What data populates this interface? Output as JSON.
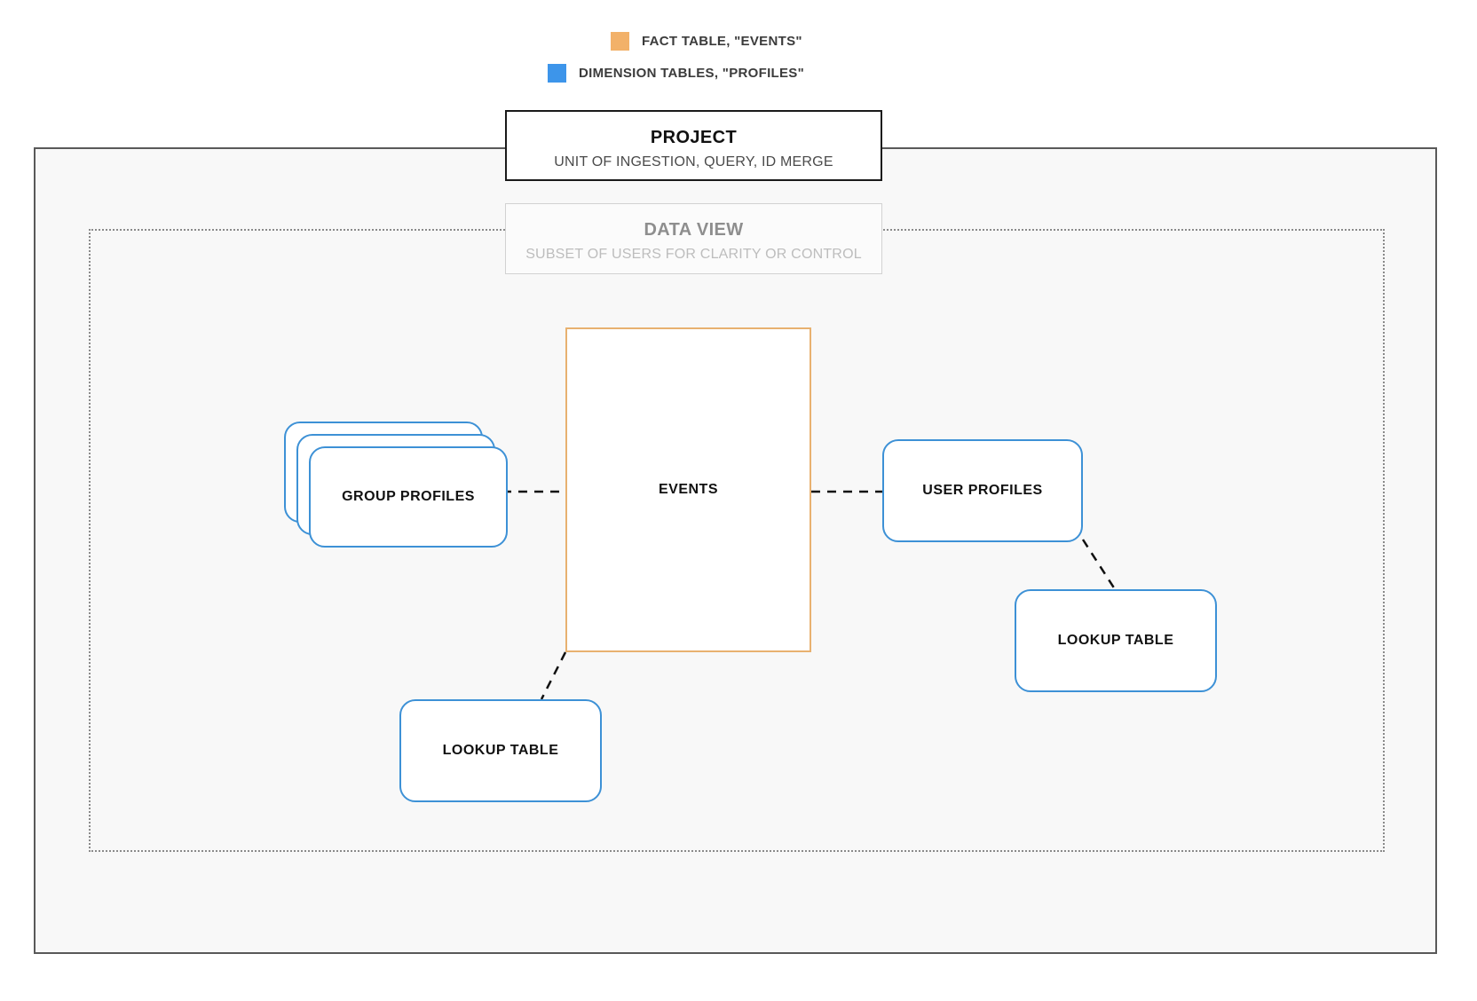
{
  "legend": {
    "items": [
      {
        "label": "FACT TABLE, \"EVENTS\"",
        "color": "#f2b169",
        "icon": "square-swatch-icon"
      },
      {
        "label": "DIMENSION TABLES, \"PROFILES\"",
        "color": "#3d95ea",
        "icon": "square-swatch-icon"
      }
    ]
  },
  "project": {
    "title": "PROJECT",
    "subtitle": "UNIT OF INGESTION, QUERY, ID MERGE"
  },
  "data_view": {
    "title": "DATA VIEW",
    "subtitle": "SUBSET OF USERS FOR CLARITY OR CONTROL"
  },
  "entities": {
    "events": {
      "label": "EVENTS",
      "type": "fact-table",
      "color": "#e8b170"
    },
    "group_profiles": {
      "label": "GROUP PROFILES",
      "type": "dimension-table",
      "color": "#3d91d6",
      "stack_count": 3
    },
    "user_profiles": {
      "label": "USER PROFILES",
      "type": "dimension-table",
      "color": "#3d91d6"
    },
    "lookup_table_left": {
      "label": "LOOKUP TABLE",
      "type": "dimension-table",
      "color": "#3d91d6"
    },
    "lookup_table_right": {
      "label": "LOOKUP TABLE",
      "type": "dimension-table",
      "color": "#3d91d6"
    }
  },
  "connections": [
    {
      "from": "group-profiles",
      "to": "events",
      "style": "dashed"
    },
    {
      "from": "events",
      "to": "user-profiles",
      "style": "dashed"
    },
    {
      "from": "events",
      "to": "lookup-table-left",
      "style": "dashed"
    },
    {
      "from": "user-profiles",
      "to": "lookup-table-right",
      "style": "dashed"
    }
  ]
}
